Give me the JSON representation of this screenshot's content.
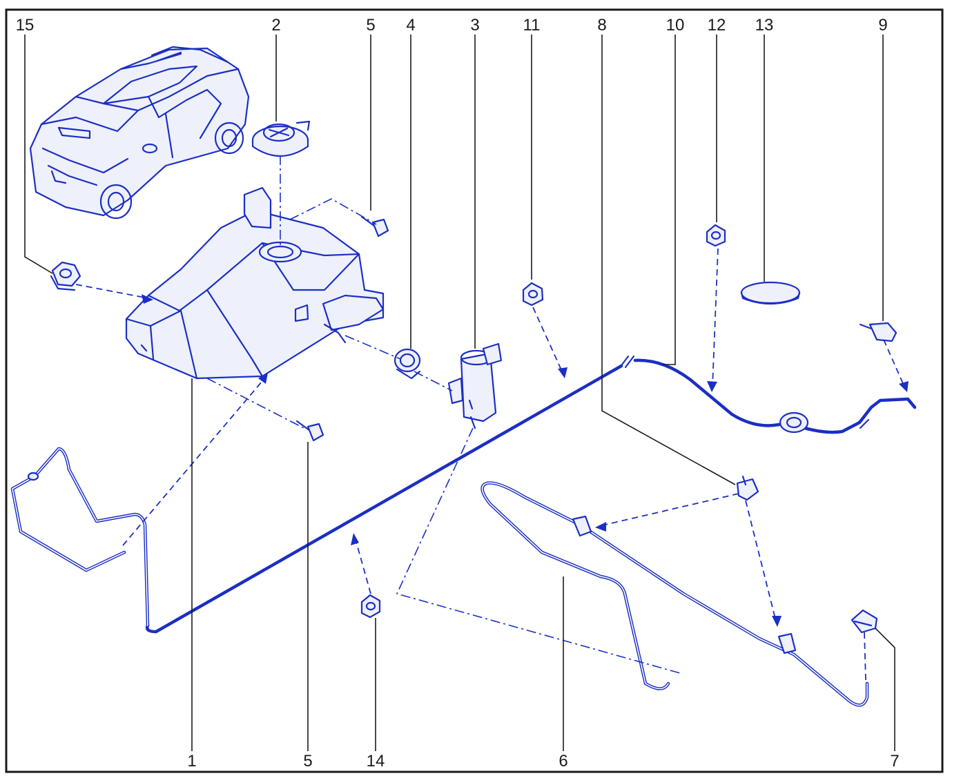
{
  "figure": {
    "callouts": {
      "c1": "1",
      "c2": "2",
      "c3": "3",
      "c4": "4",
      "c5_top": "5",
      "c5_bottom": "5",
      "c6": "6",
      "c7": "7",
      "c8": "8",
      "c9": "9",
      "c10": "10",
      "c11": "11",
      "c12": "12",
      "c13": "13",
      "c14": "14",
      "c15": "15"
    },
    "colors": {
      "line_art": "#1b2fc4",
      "callout_text": "#1a1a1a",
      "border": "#1a1a1a"
    }
  }
}
